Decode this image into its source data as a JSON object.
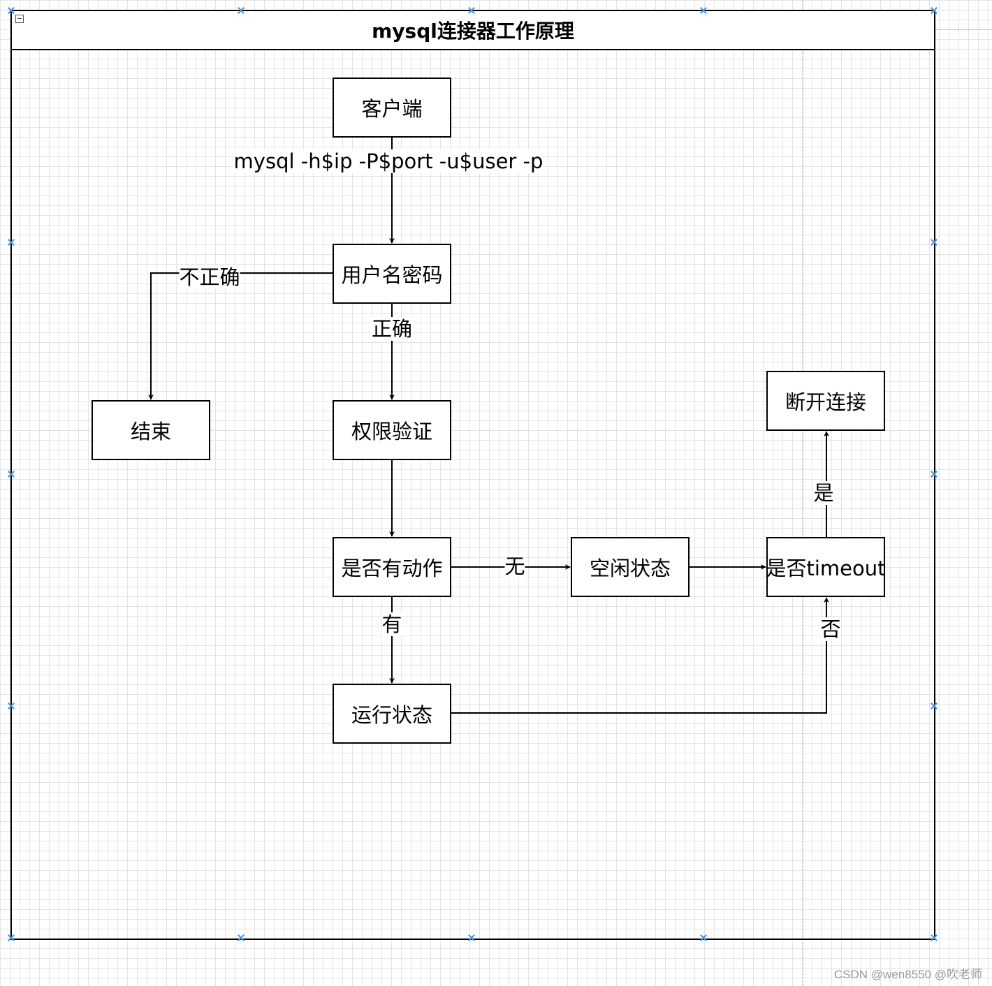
{
  "diagram": {
    "title": "mysql连接器工作原理",
    "nodes": {
      "client": "客户端",
      "credentials": "用户名密码",
      "end": "结束",
      "permission": "权限验证",
      "has_action": "是否有动作",
      "idle": "空闲状态",
      "timeout_check": "是否timeout",
      "disconnect": "断开连接",
      "running": "运行状态"
    },
    "edge_labels": {
      "connect_command": "mysql -h$ip -P$port -u$user -p",
      "incorrect": "不正确",
      "correct": "正确",
      "no_action": "无",
      "has_action": "有",
      "yes": "是",
      "no": "否"
    }
  },
  "watermark": "CSDN @wen8550 @吹老师"
}
